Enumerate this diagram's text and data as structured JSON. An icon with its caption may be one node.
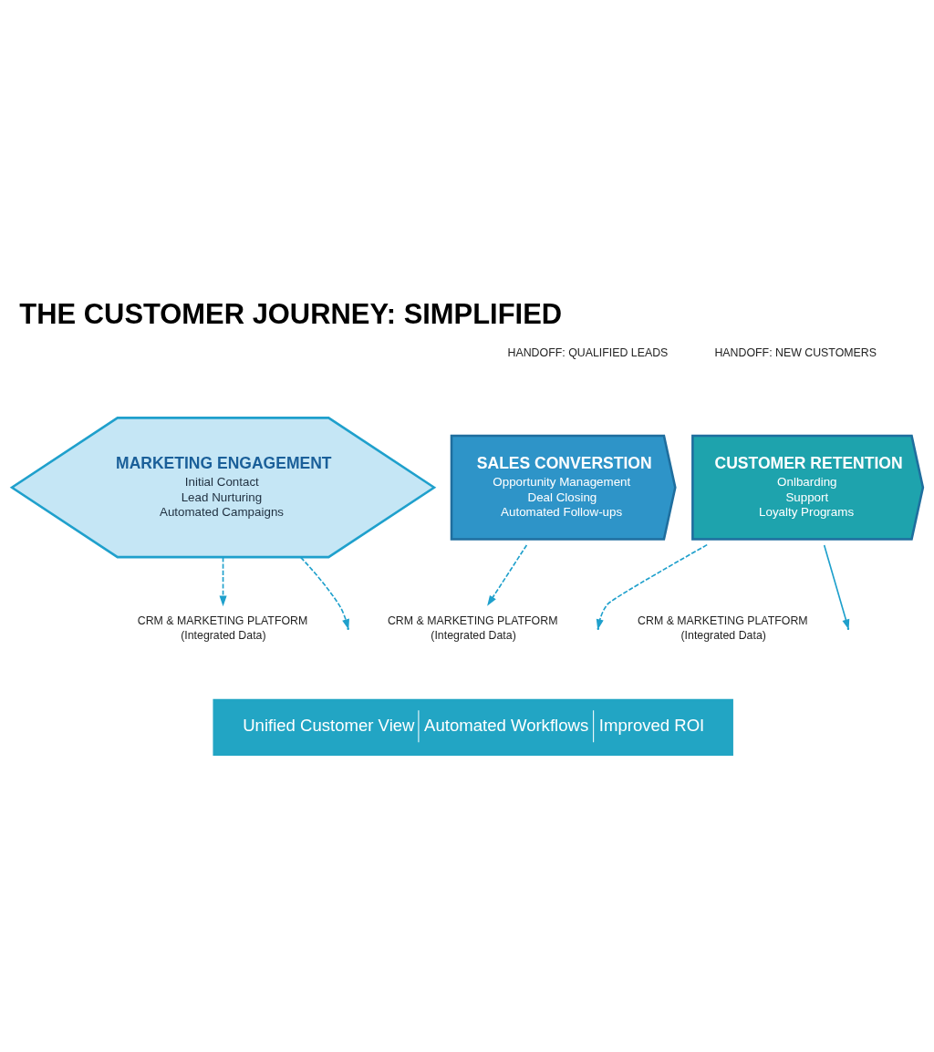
{
  "diagram": {
    "title": "THE CUSTOMER JOURNEY: SIMPLIFIED",
    "nodes": [
      {
        "text": [
          "MARKETING ENGAGEMENT",
          "Initial Contact",
          "Lead Nurturing",
          "Automated Campaigns"
        ]
      },
      {
        "text": [
          "SALES CONVERSTION",
          "Opportunity Management",
          "Deal Closing",
          "Automated Follow-ups"
        ]
      },
      {
        "text": [
          "CUSTOMER RETENTION",
          "Onlbarding",
          "Support",
          "Loyalty Programs"
        ]
      },
      {
        "text": [
          "CRM & MARKETING PLATFORM",
          "(Integrated Data)"
        ]
      },
      {
        "text": [
          "CRM & MARKETING PLATFORM",
          "(Integrated Data)"
        ]
      },
      {
        "text": [
          "CRM & MARKETING PLATFORM",
          "(Integrated Data)"
        ]
      },
      {
        "text": [
          "Unified Customer View",
          "Automated Workflows",
          "Improved ROI"
        ]
      }
    ],
    "edges": [
      {
        "from": 0,
        "to": 3,
        "arrow": "to",
        "style": "dashed"
      },
      {
        "from": 0,
        "to": null,
        "arrow": "to",
        "style": "dashed"
      },
      {
        "from": 1,
        "to": 4,
        "arrow": "to",
        "style": "dashed"
      },
      {
        "from": 2,
        "to": null,
        "arrow": "to",
        "style": "dashed"
      },
      {
        "from": 2,
        "to": null,
        "arrow": "to"
      }
    ],
    "labels": [
      "HANDOFF: QUALIFIED LEADS",
      "HANDOFF: NEW CUSTOMERS"
    ]
  }
}
